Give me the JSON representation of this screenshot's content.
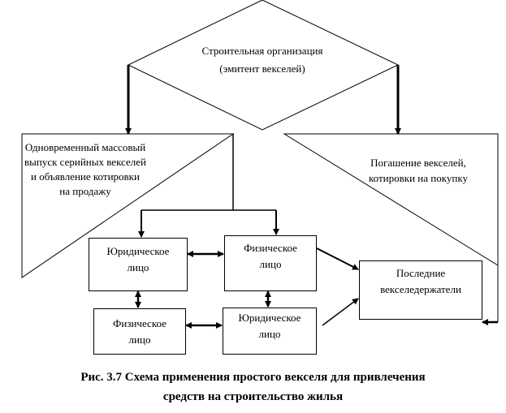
{
  "diagram": {
    "issuer": {
      "line1": "Строительная организация",
      "line2": "(эмитент векселей)"
    },
    "issue": {
      "line1": "Одновременный массовый",
      "line2": "выпуск  серийных векселей",
      "line3": "и объявление котировки",
      "line4": "на продажу"
    },
    "redemption": {
      "line1": "Погашение  векселей,",
      "line2": "котировки на покупку"
    },
    "legal_entity_1": {
      "line1": "Юридическое",
      "line2": "лицо"
    },
    "individual_1": {
      "line1": "Физическое",
      "line2": "лицо"
    },
    "individual_2": {
      "line1": "Физическое",
      "line2": "лицо"
    },
    "legal_entity_2": {
      "line1": "Юридическое",
      "line2": "лицо"
    },
    "last_holders": {
      "line1": "Последние",
      "line2": "векселедержатели"
    }
  },
  "caption": {
    "line1": "Рис.  3.7 Схема применения простого векселя для привлечения",
    "line2": "средств на строительство жилья"
  }
}
